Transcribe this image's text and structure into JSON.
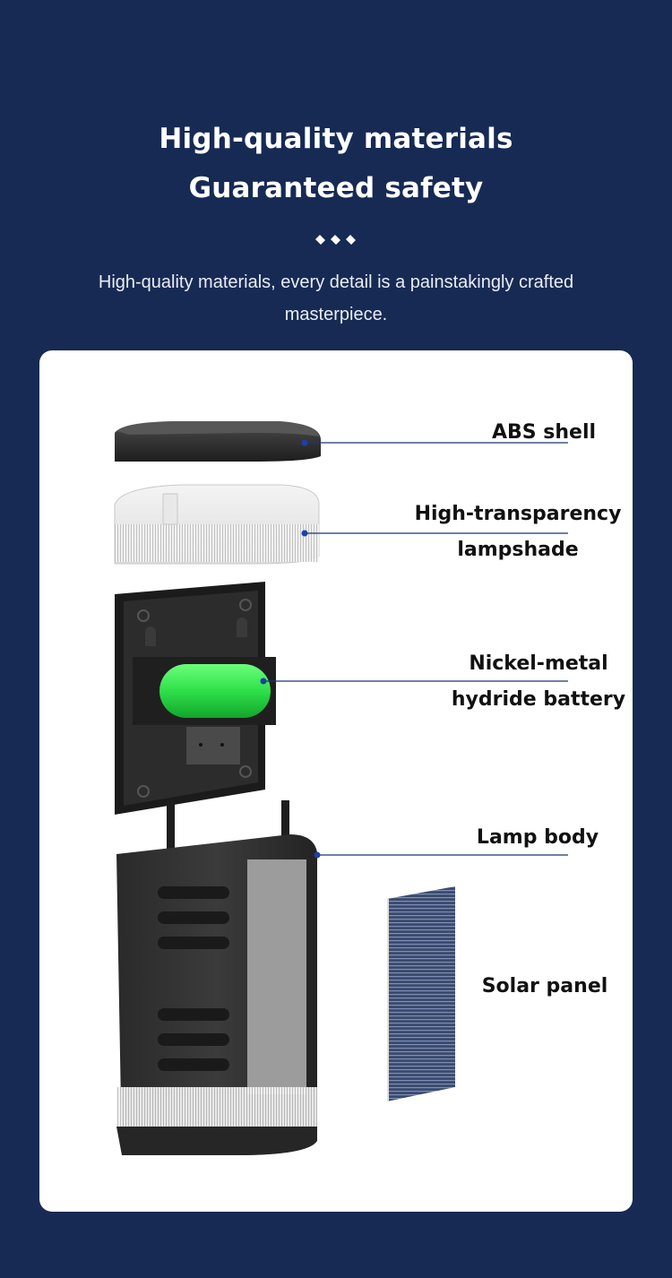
{
  "header": {
    "title_line1": "High-quality materials",
    "title_line2": "Guaranteed safety",
    "divider_icon": "three-diamonds-icon",
    "subtitle": "High-quality materials, every detail is a painstakingly crafted masterpiece."
  },
  "colors": {
    "background": "#172a54",
    "card": "#ffffff",
    "callout_line": "#1d3570",
    "callout_dot": "#1f3fa8",
    "battery_green": "#2ee04a"
  },
  "components": [
    {
      "id": "abs-shell",
      "label_lines": [
        "ABS shell"
      ]
    },
    {
      "id": "lampshade",
      "label_lines": [
        "High-transparency",
        "lampshade"
      ]
    },
    {
      "id": "battery",
      "label_lines": [
        "Nickel-metal",
        "hydride battery"
      ]
    },
    {
      "id": "lamp-body",
      "label_lines": [
        "Lamp body"
      ]
    },
    {
      "id": "solar-panel",
      "label_lines": [
        "Solar panel"
      ]
    }
  ]
}
